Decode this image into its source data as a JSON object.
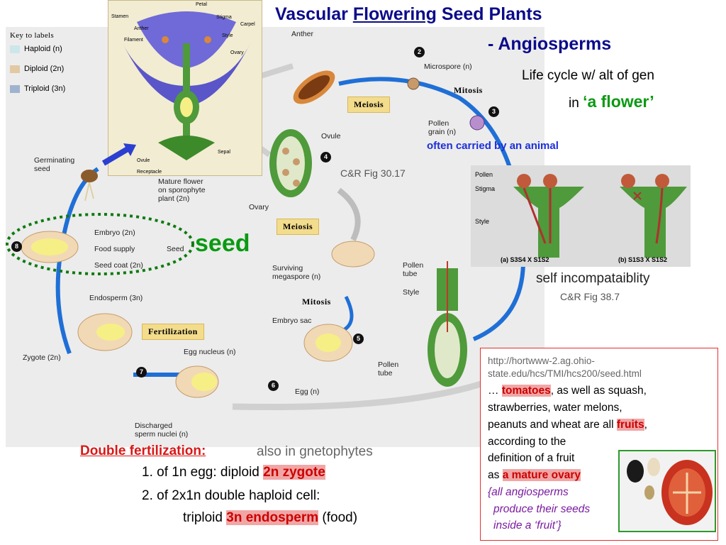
{
  "title": {
    "main_prefix": "Vascular ",
    "main_underlined": "Flowering",
    "main_suffix": " Seed Plants",
    "line2": "- Angiosperms",
    "subtitle1": "Life cycle w/ alt of gen",
    "subtitle2_prefix": "in ",
    "subtitle2_emph": "‘a flower’"
  },
  "key": {
    "title": "Key to labels",
    "items": [
      {
        "label": "Haploid (n)",
        "color": "#cde6ea"
      },
      {
        "label": "Diploid (2n)",
        "color": "#e2c9a4"
      },
      {
        "label": "Triploid (3n)",
        "color": "#9fb3cf"
      }
    ]
  },
  "flower_labels": [
    "Petal",
    "Stamen",
    "Anther",
    "Filament",
    "Stigma",
    "Carpel",
    "Style",
    "Ovary",
    "Ovule",
    "Receptacle",
    "Sepal"
  ],
  "cycle_labels": {
    "anther": "Anther",
    "microspore": "Microspore (n)",
    "pollen_grain_1": "Pollen",
    "pollen_grain_2": "grain (n)",
    "ovule": "Ovule",
    "ovary": "Ovary",
    "mature_flower_1": "Mature flower",
    "mature_flower_2": "on sporophyte",
    "mature_flower_3": "plant (2n)",
    "germinating_1": "Germinating",
    "germinating_2": "seed",
    "embryo": "Embryo (2n)",
    "food_supply": "Food supply",
    "seed_coat": "Seed coat (2n)",
    "seed_label": "Seed",
    "surviving_1": "Surviving",
    "surviving_2": "megaspore (n)",
    "pollen_tube_1": "Pollen",
    "pollen_tube_2": "tube",
    "style": "Style",
    "embryo_sac": "Embryo sac",
    "pollen_tube_b1": "Pollen",
    "pollen_tube_b2": "tube",
    "egg": "Egg (n)",
    "egg_nucleus": "Egg nucleus (n)",
    "discharged_1": "Discharged",
    "discharged_2": "sperm nuclei (n)",
    "endosperm": "Endosperm (3n)",
    "zygote": "Zygote (2n)"
  },
  "stages": {
    "meiosis_1": "Meiosis",
    "mitosis_1": "Mitosis",
    "meiosis_2": "Meiosis",
    "mitosis_2": "Mitosis",
    "fertilization": "Fertilization"
  },
  "step_numbers": [
    "2",
    "3",
    "4",
    "5",
    "6",
    "7",
    "8"
  ],
  "refs": {
    "fig_30_17": "C&R Fig 30.17",
    "fig_38_7": "C&R Fig 38.7",
    "self_incompat": "self incompataiblity",
    "carried": "often carried by an animal"
  },
  "self_incompat_panel": {
    "labels": [
      "Pollen",
      "Stigma",
      "Style"
    ],
    "caption_a": "(a) S3S4 X S1S2",
    "caption_b": "(b) S1S3 X S1S2"
  },
  "seed_callout": "seed",
  "fruit_box": {
    "url_1": "http://hortwww-2.ag.ohio-",
    "url_2": "state.edu/hcs/TMI/hcs200/seed.html",
    "l1_pre": "… ",
    "l1_hl": "tomatoes",
    "l1_post": ", as well as squash,",
    "l2": "strawberries, water melons,",
    "l3_pre": "peanuts and wheat are all ",
    "l3_hl": "fruits",
    "l3_post": ",",
    "l4": "according to the",
    "l5": "definition of a fruit",
    "l6_pre": "as ",
    "l6_hl": "a mature ovary",
    "l7": "{all angiosperms",
    "l8": "produce their seeds",
    "l9": "inside a ‘fruit’}"
  },
  "double_fert": {
    "title": "Double fertilization:",
    "also": "also in gnetophytes",
    "l1_pre": "1. of 1n egg: diploid ",
    "l1_hl": "2n zygote",
    "l2": "2. of 2x1n double haploid cell:",
    "l3_pre": "triploid ",
    "l3_hl": "3n endosperm",
    "l3_post": " (food)"
  },
  "colors": {
    "title_blue": "#0b0b8a",
    "flower_green": "#0a9a12",
    "arrow_blue": "#1f6fd6",
    "highlight_red": "#c00000"
  }
}
